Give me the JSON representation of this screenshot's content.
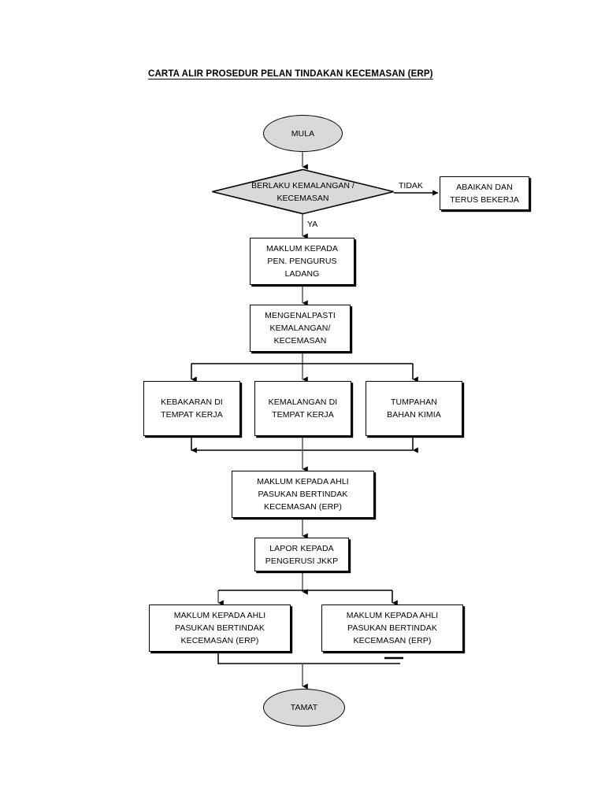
{
  "document": {
    "title": "CARTA ALIR PROSEDUR PELAN TINDAKAN KECEMASAN (ERP)"
  },
  "flowchart": {
    "type": "flowchart",
    "orientation": "top-to-bottom",
    "nodes": {
      "start": {
        "label": "MULA",
        "shape": "ellipse",
        "fill": "#d9d9d9"
      },
      "decision": {
        "line1": "BERLAKU KEMALANGAN /",
        "line2": "KECEMASAN",
        "shape": "diamond",
        "fill": "#d9d9d9"
      },
      "no_branch": {
        "line1": "ABAIKAN DAN",
        "line2": "TERUS BEKERJA",
        "shape": "rectangle"
      },
      "inform_manager": {
        "line1": "MAKLUM KEPADA",
        "line2": "PEN. PENGURUS",
        "line3": "LADANG",
        "shape": "rectangle"
      },
      "identify": {
        "line1": "MENGENALPASTI",
        "line2": "KEMALANGAN/",
        "line3": "KECEMASAN",
        "shape": "rectangle"
      },
      "case_fire": {
        "line1": "KEBAKARAN DI",
        "line2": "TEMPAT KERJA",
        "shape": "rectangle"
      },
      "case_accident": {
        "line1": "KEMALANGAN DI",
        "line2": "TEMPAT KERJA",
        "shape": "rectangle"
      },
      "case_spill": {
        "line1": "TUMPAHAN",
        "line2": "BAHAN KIMIA",
        "shape": "rectangle"
      },
      "inform_erp": {
        "line1": "MAKLUM KEPADA AHLI",
        "line2": "PASUKAN BERTINDAK",
        "line3": "KECEMASAN (ERP)",
        "shape": "rectangle"
      },
      "report_jkkp": {
        "line1": "LAPOR KEPADA",
        "line2": "PENGERUSI JKKP",
        "shape": "rectangle"
      },
      "inform_erp_left": {
        "line1": "MAKLUM KEPADA AHLI",
        "line2": "PASUKAN BERTINDAK",
        "line3": "KECEMASAN (ERP)",
        "shape": "rectangle"
      },
      "inform_erp_right": {
        "line1": "MAKLUM KEPADA AHLI",
        "line2": "PASUKAN BERTINDAK",
        "line3": "KECEMASAN (ERP)",
        "shape": "rectangle"
      },
      "end": {
        "label": "TAMAT",
        "shape": "ellipse",
        "fill": "#d9d9d9"
      }
    },
    "edge_labels": {
      "no": "TIDAK",
      "yes": "YA"
    },
    "colors": {
      "line": "#000000",
      "terminator_fill": "#d9d9d9",
      "decision_fill": "#d9d9d9",
      "process_fill": "#ffffff",
      "text": "#000000",
      "background": "#ffffff"
    }
  }
}
